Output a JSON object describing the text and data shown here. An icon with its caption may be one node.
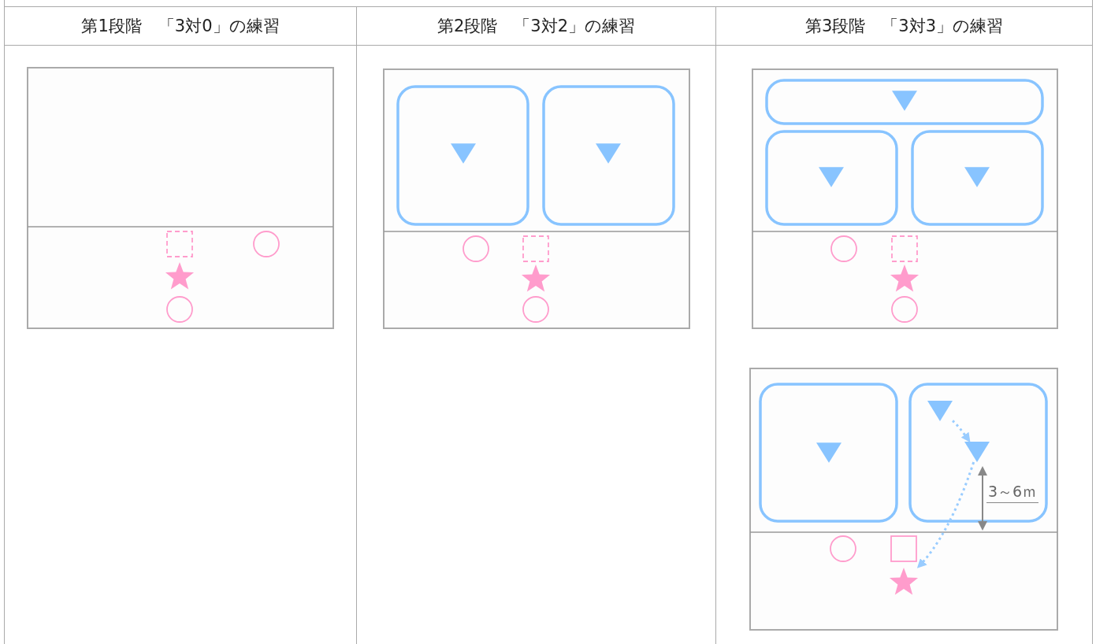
{
  "diagram": {
    "nodes": [
      {
        "text": [],
        "shape": "triangle"
      },
      {
        "text": [],
        "shape": "triangle"
      },
      {
        "text": [],
        "shape": "star"
      }
    ],
    "edges": [
      {
        "from": 0,
        "to": 1,
        "arrow": "to",
        "style": "dashed",
        "color": "#99ccff"
      },
      {
        "from": 1,
        "to": 2,
        "arrow": "to",
        "style": "dashed",
        "color": "#99ccff"
      }
    ],
    "labels": [
      "第1段階　「3対0」の練習",
      "第2段階　「3対2」の練習",
      "第3段階　「3対3」の練習",
      "3～6ｍ"
    ]
  }
}
